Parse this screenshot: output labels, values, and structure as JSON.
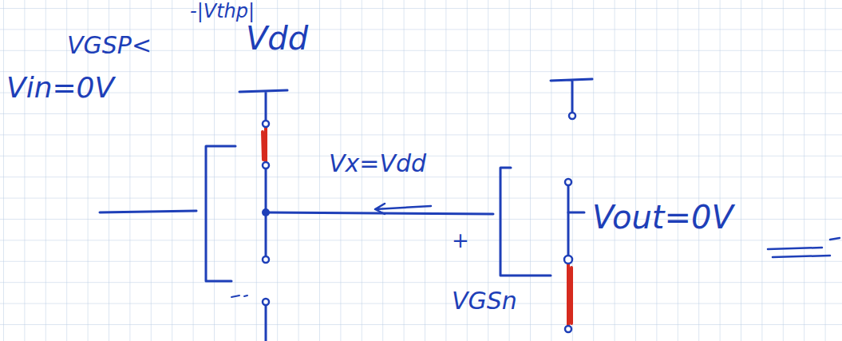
{
  "diagram": {
    "labels": [
      "-|Vthp|",
      "VGSP<",
      "Vdd",
      "Vin=0V",
      "Vx=Vdd",
      "Vout=0V",
      "+",
      "VGSn"
    ]
  }
}
